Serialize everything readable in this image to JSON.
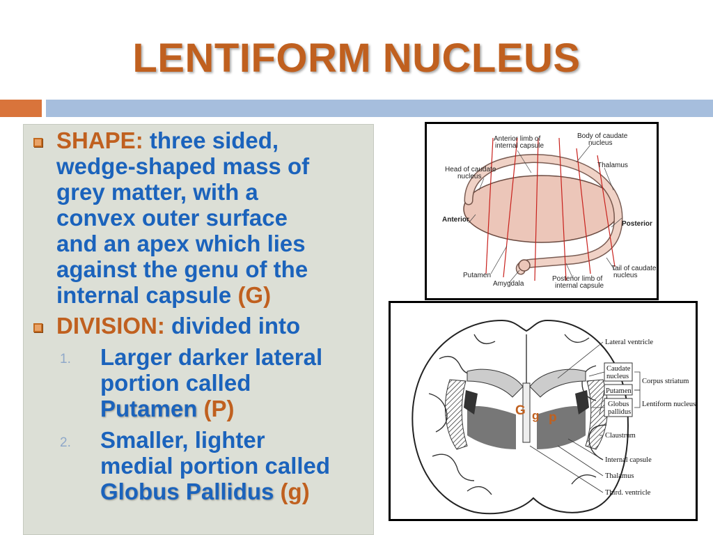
{
  "title": "LENTIFORM NUCLEUS",
  "shape": {
    "heading": "SHAPE:",
    "line1": "three sided,",
    "lines": [
      "wedge-shaped mass of",
      "grey matter, with a",
      "convex outer surface",
      "and an apex which lies",
      "against the genu of the"
    ],
    "last_line": "internal capsule",
    "marker": "(G)"
  },
  "division": {
    "heading": "DIVISION:",
    "text": "divided into",
    "items": [
      {
        "number": "1.",
        "line1": "Larger darker lateral",
        "line2": "portion called",
        "name": "Putamen",
        "marker": "(P)"
      },
      {
        "number": "2.",
        "line1": "Smaller, lighter",
        "line2": "medial portion called",
        "name": "Globus Pallidus",
        "marker": "(g)"
      }
    ]
  },
  "figure_top": {
    "labels": {
      "anterior_limb": [
        "Anterior limb of",
        "internal capsule"
      ],
      "body_caudate": [
        "Body of caudate",
        "nucleus"
      ],
      "head_caudate": [
        "Head of caudate",
        "nucleus"
      ],
      "thalamus": "Thalamus",
      "anterior": "Anterior",
      "posterior": "Posterior",
      "putamen": "Putamen",
      "amygdala": "Amygdala",
      "posterior_limb": [
        "Posterior limb of",
        "internal capsule"
      ],
      "tail_caudate": [
        "Tail of caudate",
        "nucleus"
      ]
    }
  },
  "figure_bottom": {
    "labels": {
      "lateral_ventricle": "Lateral ventricle",
      "caudate": [
        "Caudate",
        "nucleus"
      ],
      "putamen": "Putamen",
      "globus": [
        "Globus",
        "pallidus"
      ],
      "corpus_striatum": "Corpus striatum",
      "lentiform": "Lentiform nucleus",
      "claustrum": "Claustrum",
      "internal_capsule": "Internal capsule",
      "thalamus": "Thalamus",
      "third_ventricle": "Third. ventricle"
    },
    "markers": {
      "G": "G",
      "g": "g",
      "p": "p"
    }
  },
  "colors": {
    "accent": "#c0601f",
    "text": "#1b63bc",
    "bar_blue": "#a6bedd",
    "bar_orange": "#d9743b"
  }
}
